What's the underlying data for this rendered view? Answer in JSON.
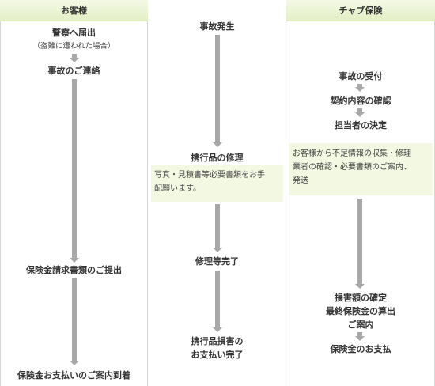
{
  "columns": [
    {
      "header": "お客様"
    },
    {
      "header": ""
    },
    {
      "header": "チャブ保険"
    }
  ],
  "customer": {
    "police": "警察へ届出",
    "police_note": "（盗難に遭われた場合）",
    "contact": "事故のご連絡",
    "submit": "保険金請求書類のご提出",
    "arrival": "保険金お支払いのご案内到着"
  },
  "middle": {
    "accident": "事故発生",
    "repair": "携行品の修理",
    "repair_note_line1": "写真・見積書等必要書類をお手",
    "repair_note_line2": "配願います。",
    "repair_done": "修理等完了",
    "damage_line1": "携行品損害の",
    "damage_line2": "お支払い完了"
  },
  "chubb": {
    "reception": "事故の受付",
    "contract": "契約内容の確認",
    "assign": "担当者の決定",
    "info_line1": "お客様から不足情報の収集・修理",
    "info_line2": "業者の確認・必要書類のご案内、",
    "info_line3": "発送",
    "confirm_line1": "損害額の確定",
    "confirm_line2": "最終保険金の算出",
    "confirm_line3": "ご案内",
    "payment": "保険金のお支払"
  },
  "colors": {
    "header_bg": "#e8f1d0",
    "note_bg": "#f3f8e2",
    "arrow": "#a8a8a8",
    "border": "#d6d6d6"
  }
}
